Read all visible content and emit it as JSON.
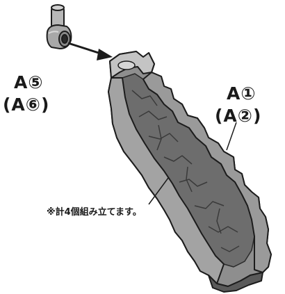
{
  "labels": {
    "part_a5": "A⑤",
    "part_a6": "(A⑥)",
    "part_a1": "A①",
    "part_a2": "(A②)",
    "note": "※計4個組み立てます。"
  },
  "colors": {
    "rock_light": "#a9a9a9",
    "rock_mid": "#8c8c8c",
    "rock_dark": "#5f5f5f",
    "outline": "#1c1c1c",
    "peg": "#b5b5b5"
  },
  "icons": [
    "connector-peg-icon",
    "rock-wall-part-icon",
    "insert-arrow-icon"
  ]
}
